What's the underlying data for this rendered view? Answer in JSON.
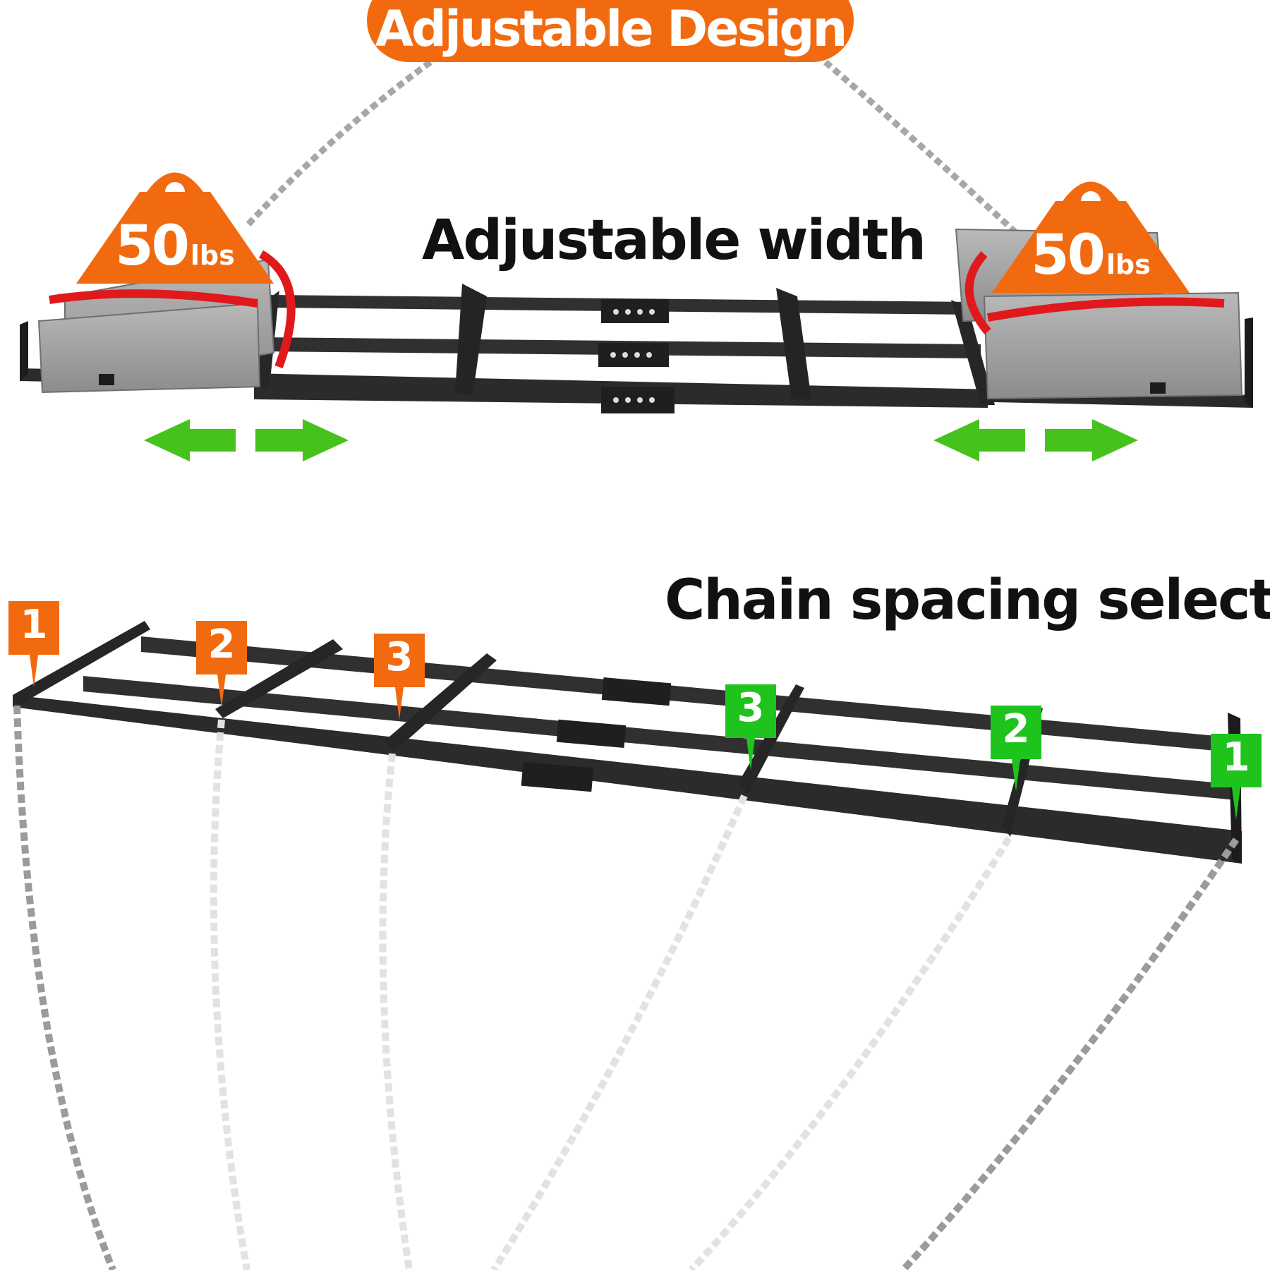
{
  "banner": {
    "title": "Adjustable Design",
    "color": "#f26a10"
  },
  "section_width": {
    "heading": "Adjustable width",
    "weights": [
      {
        "value": "50",
        "unit": "lbs"
      },
      {
        "value": "50",
        "unit": "lbs"
      }
    ],
    "arrow_color": "#45c21c"
  },
  "section_spacing": {
    "heading": "Chain spacing selectable",
    "left_markers": [
      "1",
      "2",
      "3"
    ],
    "right_markers": [
      "3",
      "2",
      "1"
    ],
    "left_marker_color": "#f26a10",
    "right_marker_color": "#1ec41c"
  },
  "frame_color": "#2b2b2b"
}
